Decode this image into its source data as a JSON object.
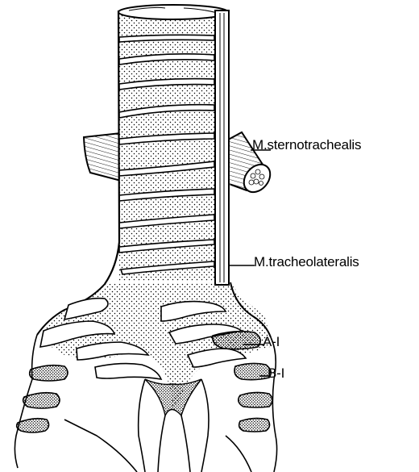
{
  "labels": {
    "sternotrachealis": "M.sternotrachealis",
    "tracheolateralis": "M.tracheolateralis",
    "a1": "A-I",
    "b1": "B-I"
  },
  "colors": {
    "ink": "#000000",
    "paper": "#ffffff",
    "stipple": "#000000"
  }
}
